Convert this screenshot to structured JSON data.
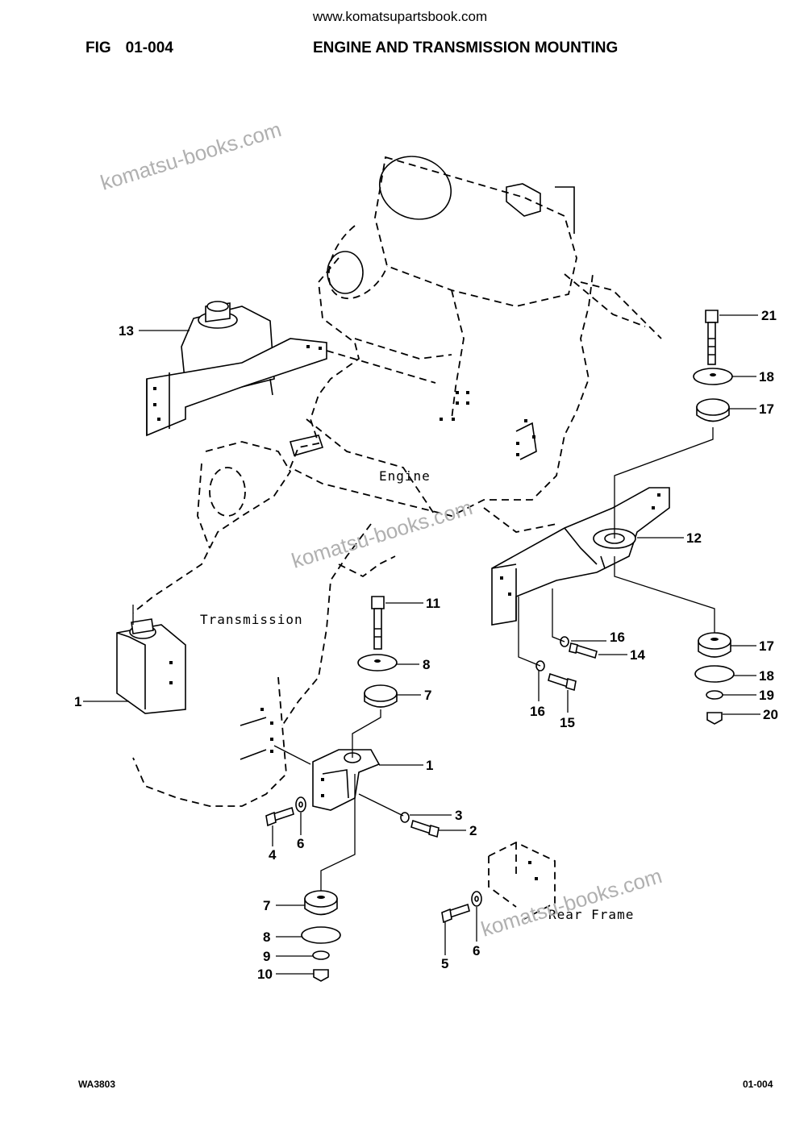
{
  "header": {
    "site": "www.komatsupartsbook.com",
    "fig_label": "FIG",
    "fig_number": "01-004",
    "title": "ENGINE AND TRANSMISSION MOUNTING"
  },
  "footer": {
    "left": "WA3803",
    "right": "01-004"
  },
  "labels": {
    "engine": "Engine",
    "transmission": "Transmission",
    "rear_frame": "Rear Frame"
  },
  "watermarks": [
    "komatsu-books.com",
    "komatsu-books.com",
    "komatsu-books.com"
  ],
  "callouts": {
    "c13": "13",
    "c21": "21",
    "c18a": "18",
    "c17a": "17",
    "c12": "12",
    "c11": "11",
    "c8a": "8",
    "c7a": "7",
    "c1a": "1",
    "c1b": "1",
    "c16a": "16",
    "c14": "14",
    "c16b": "16",
    "c15": "15",
    "c17b": "17",
    "c18b": "18",
    "c19": "19",
    "c20": "20",
    "c3": "3",
    "c2": "2",
    "c4": "4",
    "c6a": "6",
    "c7b": "7",
    "c8b": "8",
    "c9": "9",
    "c10": "10",
    "c5": "5",
    "c6b": "6"
  }
}
